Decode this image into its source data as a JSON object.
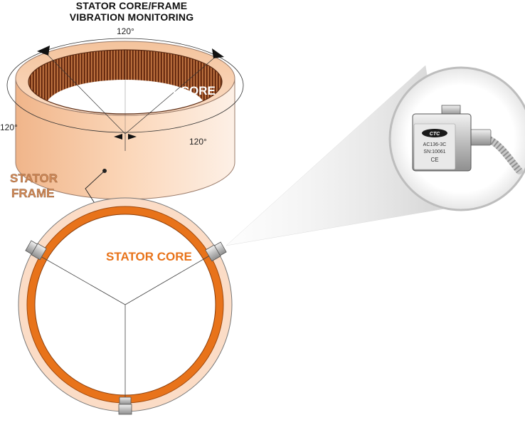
{
  "title": {
    "line1": "STATOR CORE/FRAME",
    "line2": "VIBRATION MONITORING"
  },
  "angles": {
    "top": "120°",
    "left": "120°",
    "right": "120°"
  },
  "labels": {
    "stator_core_3d": "STATOR CORE",
    "stator_frame_line1": "STATOR",
    "stator_frame_line2": "FRAME",
    "stator_core_top": "STATOR CORE"
  },
  "sensor": {
    "brand": "CTC",
    "model": "AC136-3C",
    "serial": "SN:10061",
    "mark": "CE"
  },
  "colors": {
    "core_orange": "#e8731a",
    "frame_peach": "#fbd9c0",
    "lamination_dark": "#6b2f14",
    "lamination_light": "#c8703a"
  }
}
